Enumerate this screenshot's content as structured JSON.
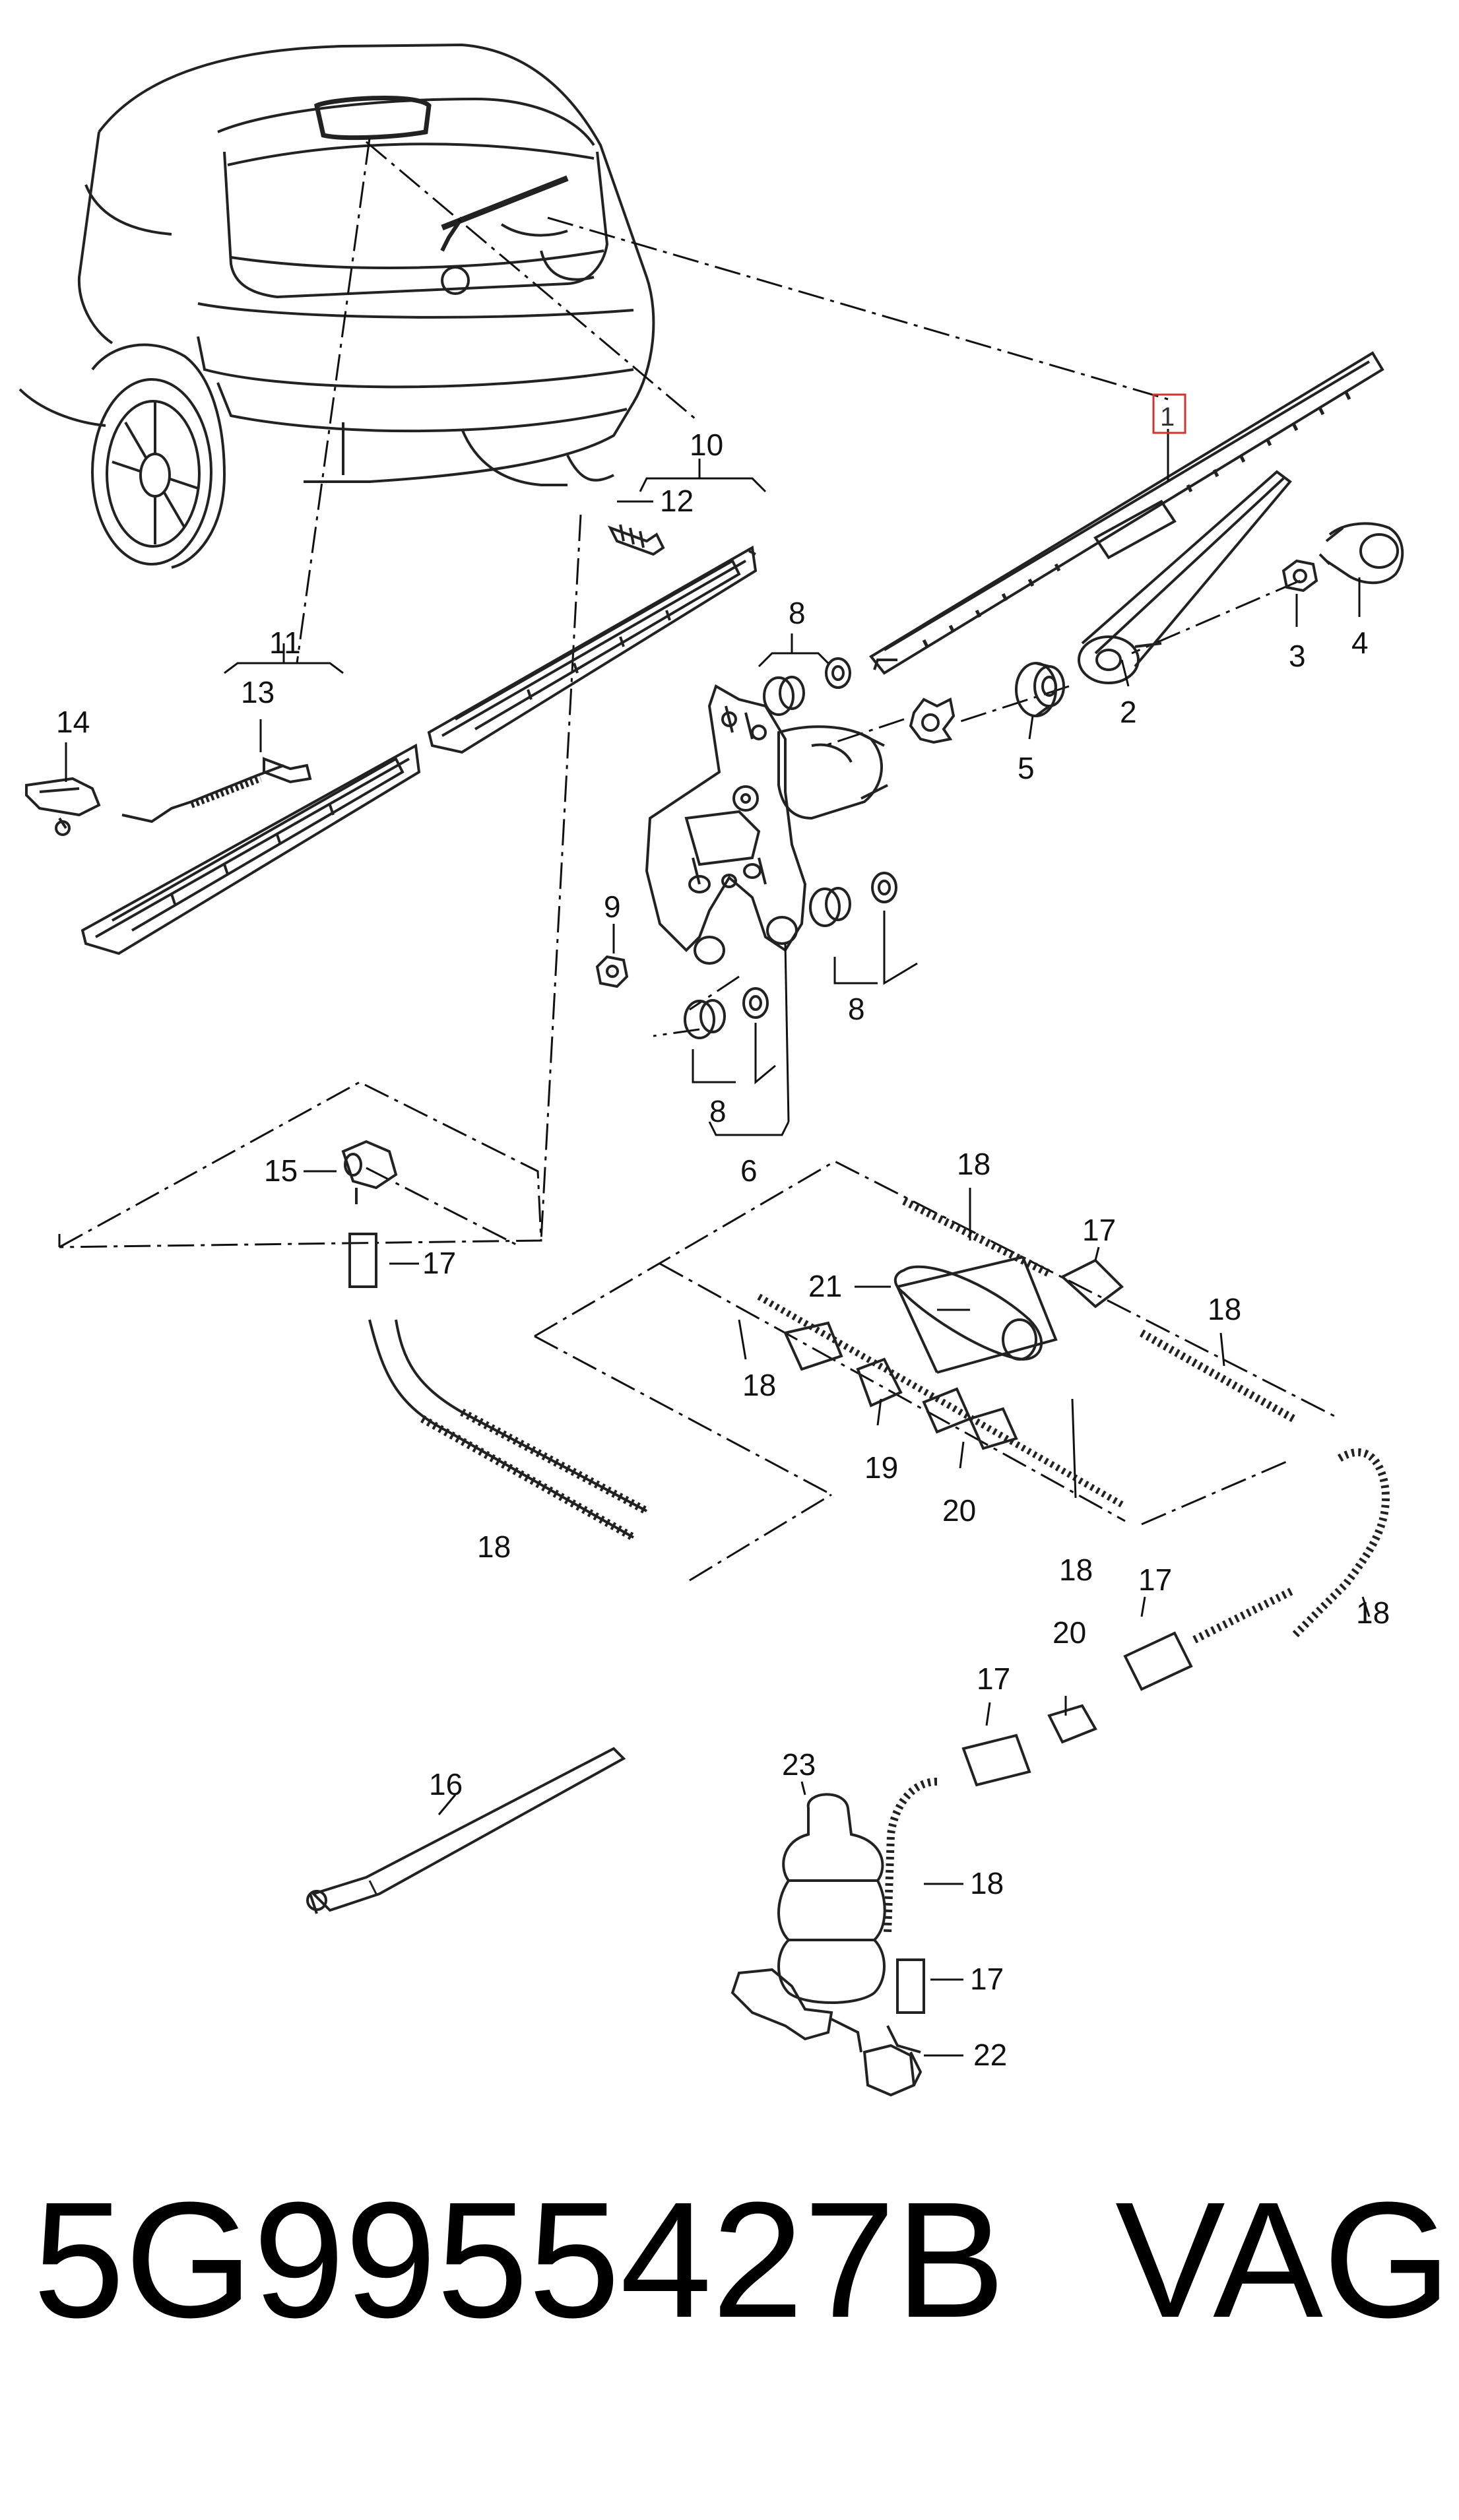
{
  "diagram": {
    "labels": [
      {
        "id": "1",
        "text": "1",
        "highlighted": true
      },
      {
        "id": "2",
        "text": "2"
      },
      {
        "id": "3",
        "text": "3"
      },
      {
        "id": "4",
        "text": "4"
      },
      {
        "id": "5",
        "text": "5"
      },
      {
        "id": "6",
        "text": "6"
      },
      {
        "id": "8a",
        "text": "8"
      },
      {
        "id": "8b",
        "text": "8"
      },
      {
        "id": "8c",
        "text": "8"
      },
      {
        "id": "9",
        "text": "9"
      },
      {
        "id": "10",
        "text": "10"
      },
      {
        "id": "11",
        "text": "11"
      },
      {
        "id": "12",
        "text": "12"
      },
      {
        "id": "13",
        "text": "13"
      },
      {
        "id": "14",
        "text": "14"
      },
      {
        "id": "15",
        "text": "15"
      },
      {
        "id": "16",
        "text": "16"
      },
      {
        "id": "17a",
        "text": "17"
      },
      {
        "id": "17b",
        "text": "17"
      },
      {
        "id": "17c",
        "text": "17"
      },
      {
        "id": "17d",
        "text": "17"
      },
      {
        "id": "17e",
        "text": "17"
      },
      {
        "id": "18a",
        "text": "18"
      },
      {
        "id": "18b",
        "text": "18"
      },
      {
        "id": "18c",
        "text": "18"
      },
      {
        "id": "18d",
        "text": "18"
      },
      {
        "id": "18e",
        "text": "18"
      },
      {
        "id": "18f",
        "text": "18"
      },
      {
        "id": "18g",
        "text": "18"
      },
      {
        "id": "19",
        "text": "19"
      },
      {
        "id": "20a",
        "text": "20"
      },
      {
        "id": "20b",
        "text": "20"
      },
      {
        "id": "21",
        "text": "21"
      },
      {
        "id": "22",
        "text": "22"
      },
      {
        "id": "23",
        "text": "23"
      }
    ],
    "highlight_color": "#d0342c"
  },
  "footer": {
    "part_number": "5G9955427B",
    "brand": "VAG"
  }
}
